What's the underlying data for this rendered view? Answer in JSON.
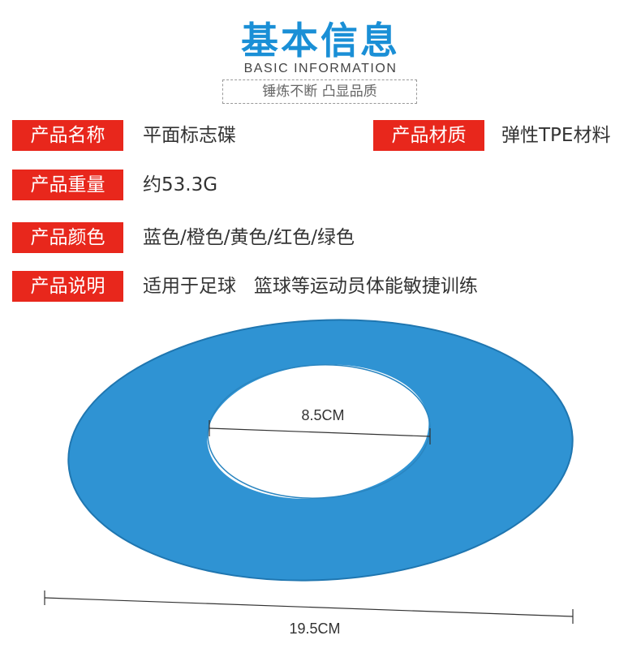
{
  "header": {
    "title": "基本信息",
    "subtitle": "BASIC INFORMATION",
    "slogan": "锤炼不断  凸显品质"
  },
  "specs": [
    {
      "label": "产品名称",
      "value": "平面标志碟"
    },
    {
      "label": "产品材质",
      "value": "弹性TPE材料"
    },
    {
      "label": "产品重量",
      "value": "约53.3G"
    },
    {
      "label": "产品颜色",
      "value": "蓝色/橙色/黄色/红色/绿色"
    },
    {
      "label": "产品说明",
      "value": "适用于足球   篮球等运动员体能敏捷训练"
    }
  ],
  "product_image": {
    "inner_diameter_label": "8.5CM",
    "outer_diameter_label": "19.5CM",
    "disc_color": "#2f93d3"
  },
  "colors": {
    "accent_blue": "#1a8fd6",
    "label_red": "#e8271c"
  }
}
